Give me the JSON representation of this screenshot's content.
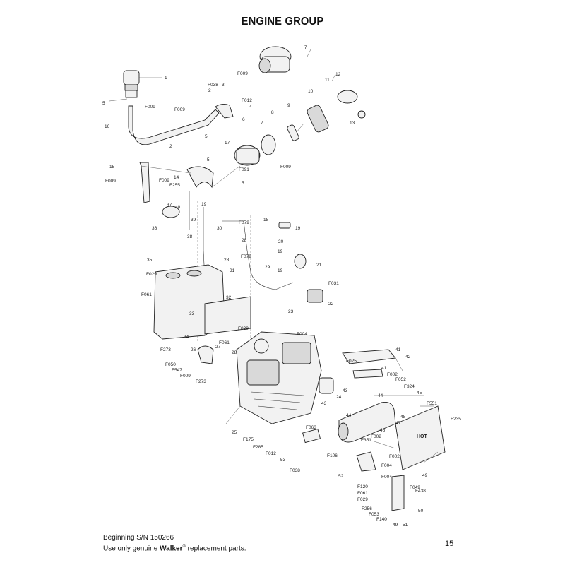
{
  "page": {
    "title": "ENGINE GROUP",
    "footer_line1": "Beginning S/N 150266",
    "footer_line2_prefix": "Use only genuine ",
    "footer_brand": "Walker",
    "footer_reg": "®",
    "footer_line2_suffix": " replacement parts.",
    "page_number": "15"
  },
  "callouts": [
    "1",
    "5",
    "F009",
    "16",
    "F009",
    "2",
    "F038",
    "3",
    "F009",
    "F012",
    "4",
    "5",
    "6",
    "17",
    "2",
    "15",
    "F009",
    "F009",
    "F255",
    "5",
    "7",
    "F091",
    "F009",
    "14",
    "5",
    "7",
    "12",
    "10",
    "11",
    "9",
    "8",
    "13",
    "37",
    "40",
    "19",
    "39",
    "36",
    "38",
    "30",
    "F079",
    "28",
    "28",
    "F079",
    "31",
    "29",
    "18",
    "19",
    "20",
    "19",
    "19",
    "21",
    "35",
    "F029",
    "F061",
    "32",
    "33",
    "34",
    "F029",
    "F031",
    "22",
    "23",
    "F004",
    "F273",
    "26",
    "27",
    "F061",
    "28",
    "F050",
    "F547",
    "F009",
    "F273",
    "41",
    "42",
    "F025",
    "41",
    "F002",
    "F052",
    "F324",
    "43",
    "24",
    "45",
    "43",
    "44",
    "44",
    "25",
    "F175",
    "F285",
    "F063",
    "F012",
    "53",
    "F106",
    "F038",
    "F551",
    "F235",
    "48",
    "47",
    "46",
    "F002",
    "F351",
    "F002",
    "52",
    "F004",
    "F004",
    "49",
    "F049",
    "F438",
    "F120",
    "F061",
    "F029",
    "F256",
    "F053",
    "F140",
    "50",
    "49",
    "51"
  ],
  "muffler_label": "HOT"
}
